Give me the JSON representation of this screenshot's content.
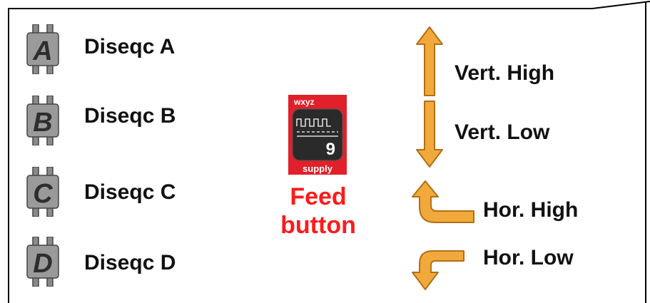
{
  "diseqc": [
    {
      "letter": "A",
      "label": "Diseqc A"
    },
    {
      "letter": "B",
      "label": "Diseqc B"
    },
    {
      "letter": "C",
      "label": "Diseqc C"
    },
    {
      "letter": "D",
      "label": "Diseqc D"
    }
  ],
  "feed_icon": {
    "top_text": "wxyz",
    "digit": "9",
    "bottom_text": "supply"
  },
  "feed_label": {
    "line1": "Feed",
    "line2": "button"
  },
  "directions": [
    {
      "icon": "arrow-up-icon",
      "label": "Vert. High"
    },
    {
      "icon": "arrow-down-icon",
      "label": "Vert. Low"
    },
    {
      "icon": "arrow-turn-left-up-icon",
      "label": "Hor. High"
    },
    {
      "icon": "arrow-turn-left-down-icon",
      "label": "Hor. Low"
    }
  ],
  "colors": {
    "arrow": "#f2a93b",
    "arrow_stroke": "#b56e14",
    "feed_red": "#e0202a",
    "feed_text": "#ff1a1a"
  }
}
